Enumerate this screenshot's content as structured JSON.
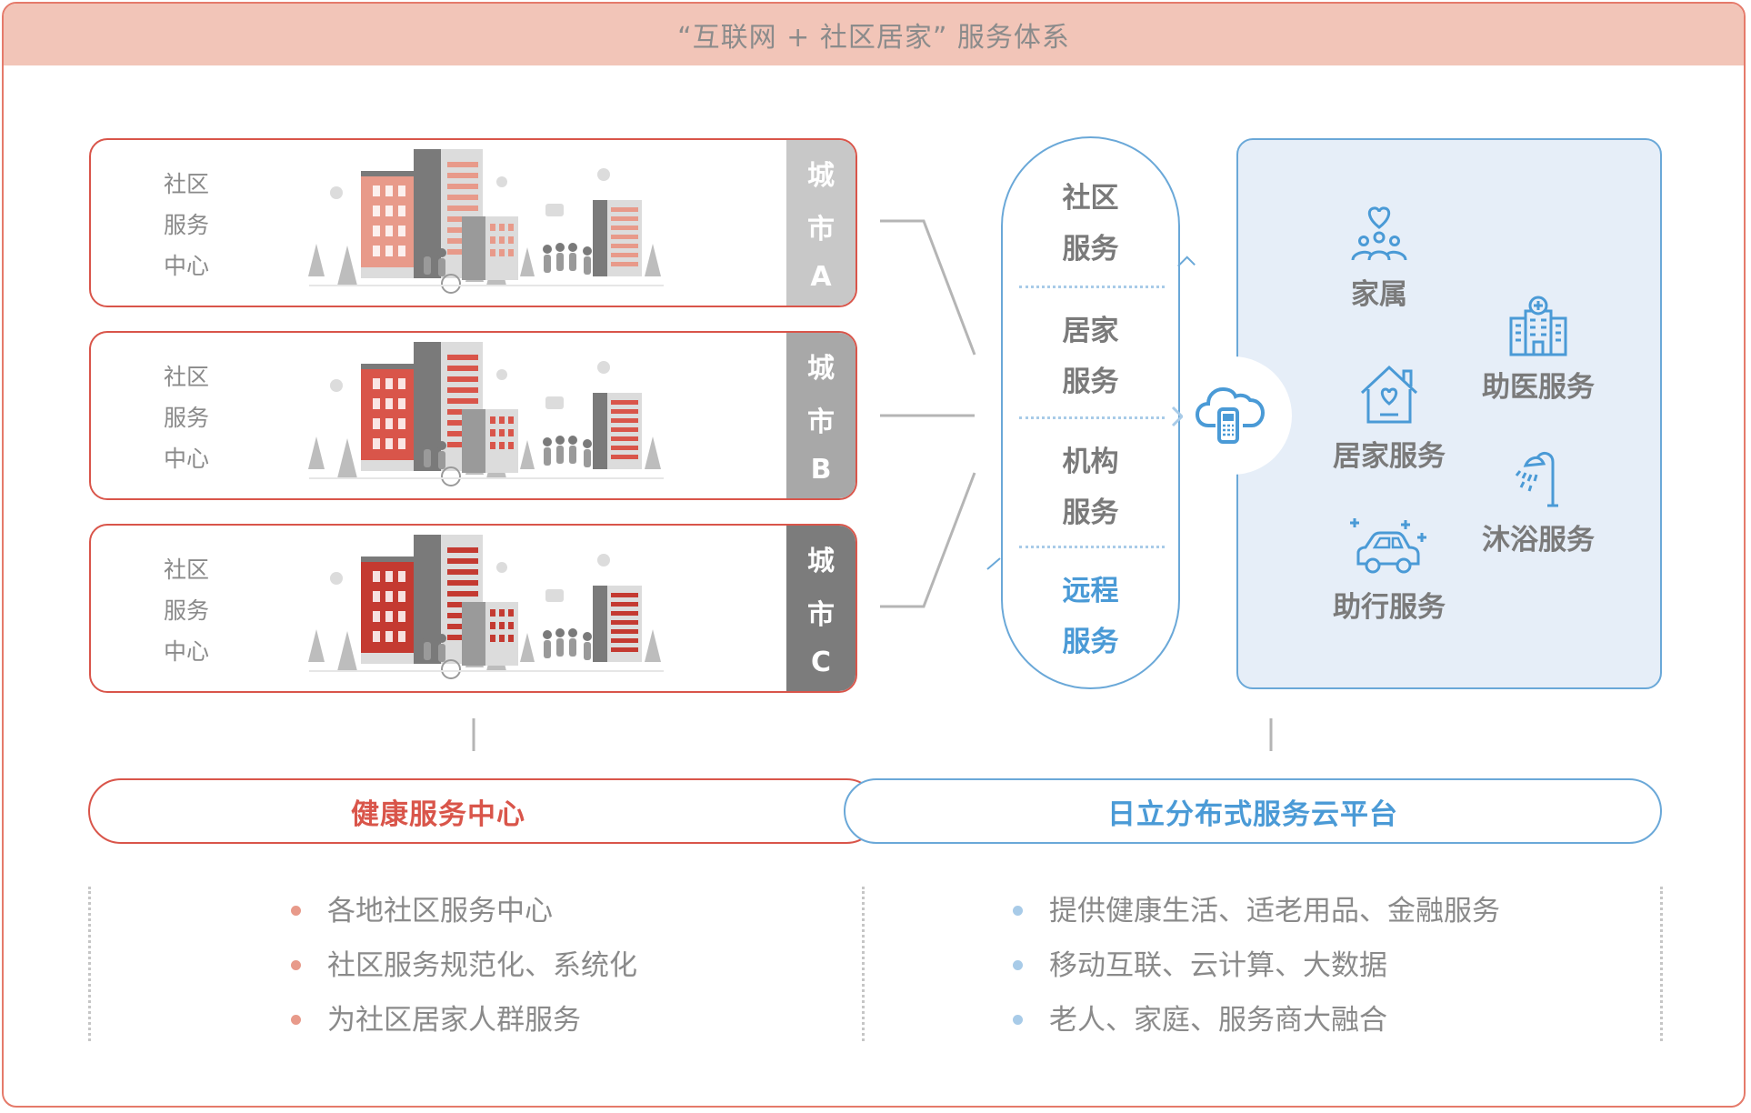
{
  "title": "“互联网 + 社区居家”  服务体系",
  "community_label": [
    "社区",
    "服务",
    "中心"
  ],
  "cities": [
    {
      "chars": [
        "城",
        "市",
        "A"
      ],
      "tab_color": "#c8c8c8",
      "accent": "#e89a8a"
    },
    {
      "chars": [
        "城",
        "市",
        "B"
      ],
      "tab_color": "#a8a8a8",
      "accent": "#d9554a"
    },
    {
      "chars": [
        "城",
        "市",
        "C"
      ],
      "tab_color": "#7c7c7c",
      "accent": "#c43a31"
    }
  ],
  "capsule_services": [
    {
      "lines": [
        "社区",
        "服务"
      ],
      "highlight": false
    },
    {
      "lines": [
        "居家",
        "服务"
      ],
      "highlight": false
    },
    {
      "lines": [
        "机构",
        "服务"
      ],
      "highlight": false
    },
    {
      "lines": [
        "远程",
        "服务"
      ],
      "highlight": true
    }
  ],
  "panel_services": [
    {
      "label": "家属",
      "icon": "family-heart-icon"
    },
    {
      "label": "助医服务",
      "icon": "hospital-icon"
    },
    {
      "label": "居家服务",
      "icon": "home-heart-icon"
    },
    {
      "label": "沐浴服务",
      "icon": "shower-icon"
    },
    {
      "label": "助行服务",
      "icon": "car-icon"
    }
  ],
  "left_pill": "健康服务中心",
  "right_pill": "日立分布式服务云平台",
  "left_bullets": [
    "各地社区服务中心",
    "社区服务规范化、系统化",
    "为社区居家人群服务"
  ],
  "right_bullets": [
    "提供健康生活、适老用品、金融服务",
    "移动互联、云计算、大数据",
    "老人、家庭、服务商大融合"
  ],
  "colors": {
    "red": "#d9554a",
    "blue": "#4a9ad6",
    "gray": "#8a8a8a",
    "title_bar": "#f2c5b8",
    "panel": "#e6eef8"
  }
}
